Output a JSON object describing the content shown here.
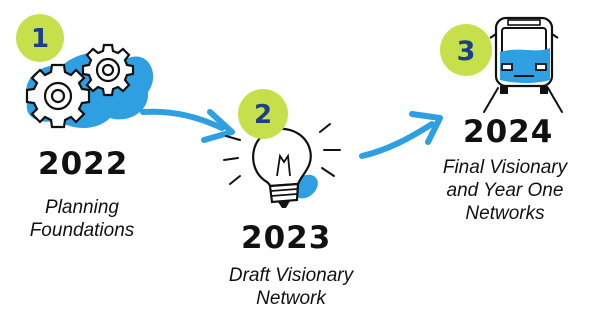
{
  "milestones": [
    {
      "step": "1",
      "year": "2022",
      "caption_line1": "Planning",
      "caption_line2": "Foundations",
      "icon": "gears-icon"
    },
    {
      "step": "2",
      "year": "2023",
      "caption_line1": "Draft Visionary",
      "caption_line2": "Network",
      "icon": "lightbulb-icon"
    },
    {
      "step": "3",
      "year": "2024",
      "caption_line1": "Final Visionary",
      "caption_line2": "and Year One",
      "caption_line3": "Networks",
      "icon": "bus-icon"
    }
  ],
  "colors": {
    "badge": "#c5e04a",
    "badge_text": "#1c3f8c",
    "accent_blue": "#2e9fe0",
    "ink": "#111111"
  }
}
